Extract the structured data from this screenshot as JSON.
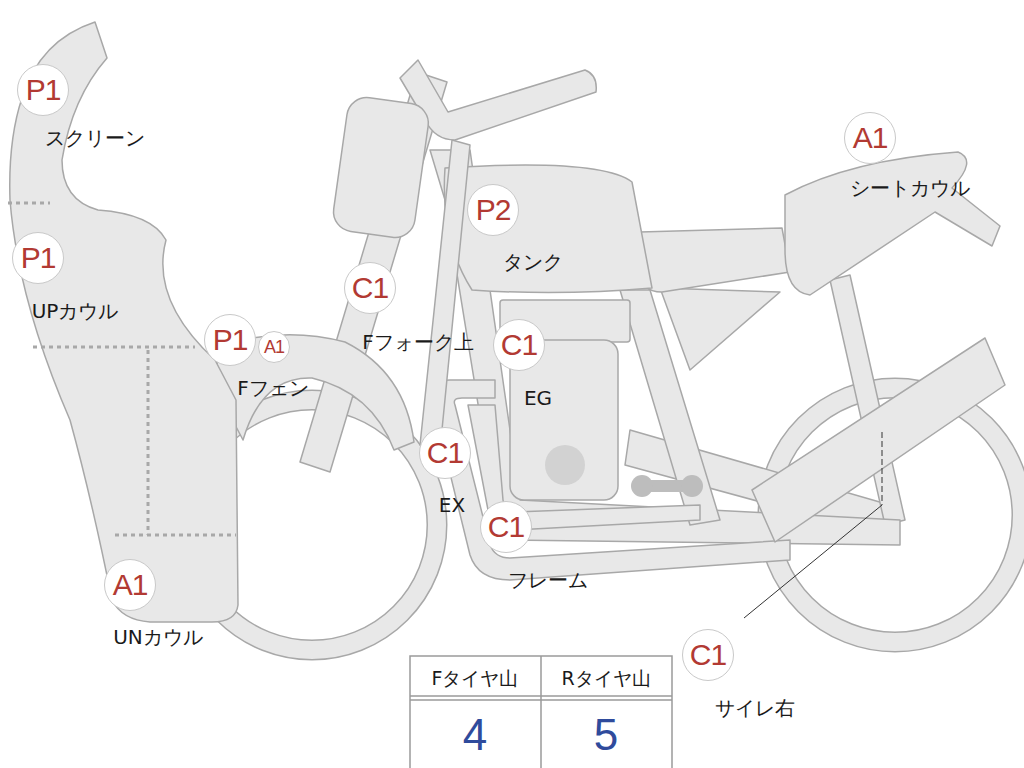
{
  "diagram": {
    "labels": [
      "P1",
      "スクリーン",
      "A1",
      "シートカウル",
      "P2",
      "タンク",
      "P1",
      "UPカウル",
      "C1",
      "Fフォーク上",
      "P1",
      "A1",
      "Fフェン",
      "C1",
      "EG",
      "C1",
      "EX",
      "C1",
      "フレーム",
      "A1",
      "UNカウル",
      "Fタイヤ山",
      "Rタイヤ山",
      "4",
      "5",
      "C1",
      "サイレ右"
    ]
  }
}
